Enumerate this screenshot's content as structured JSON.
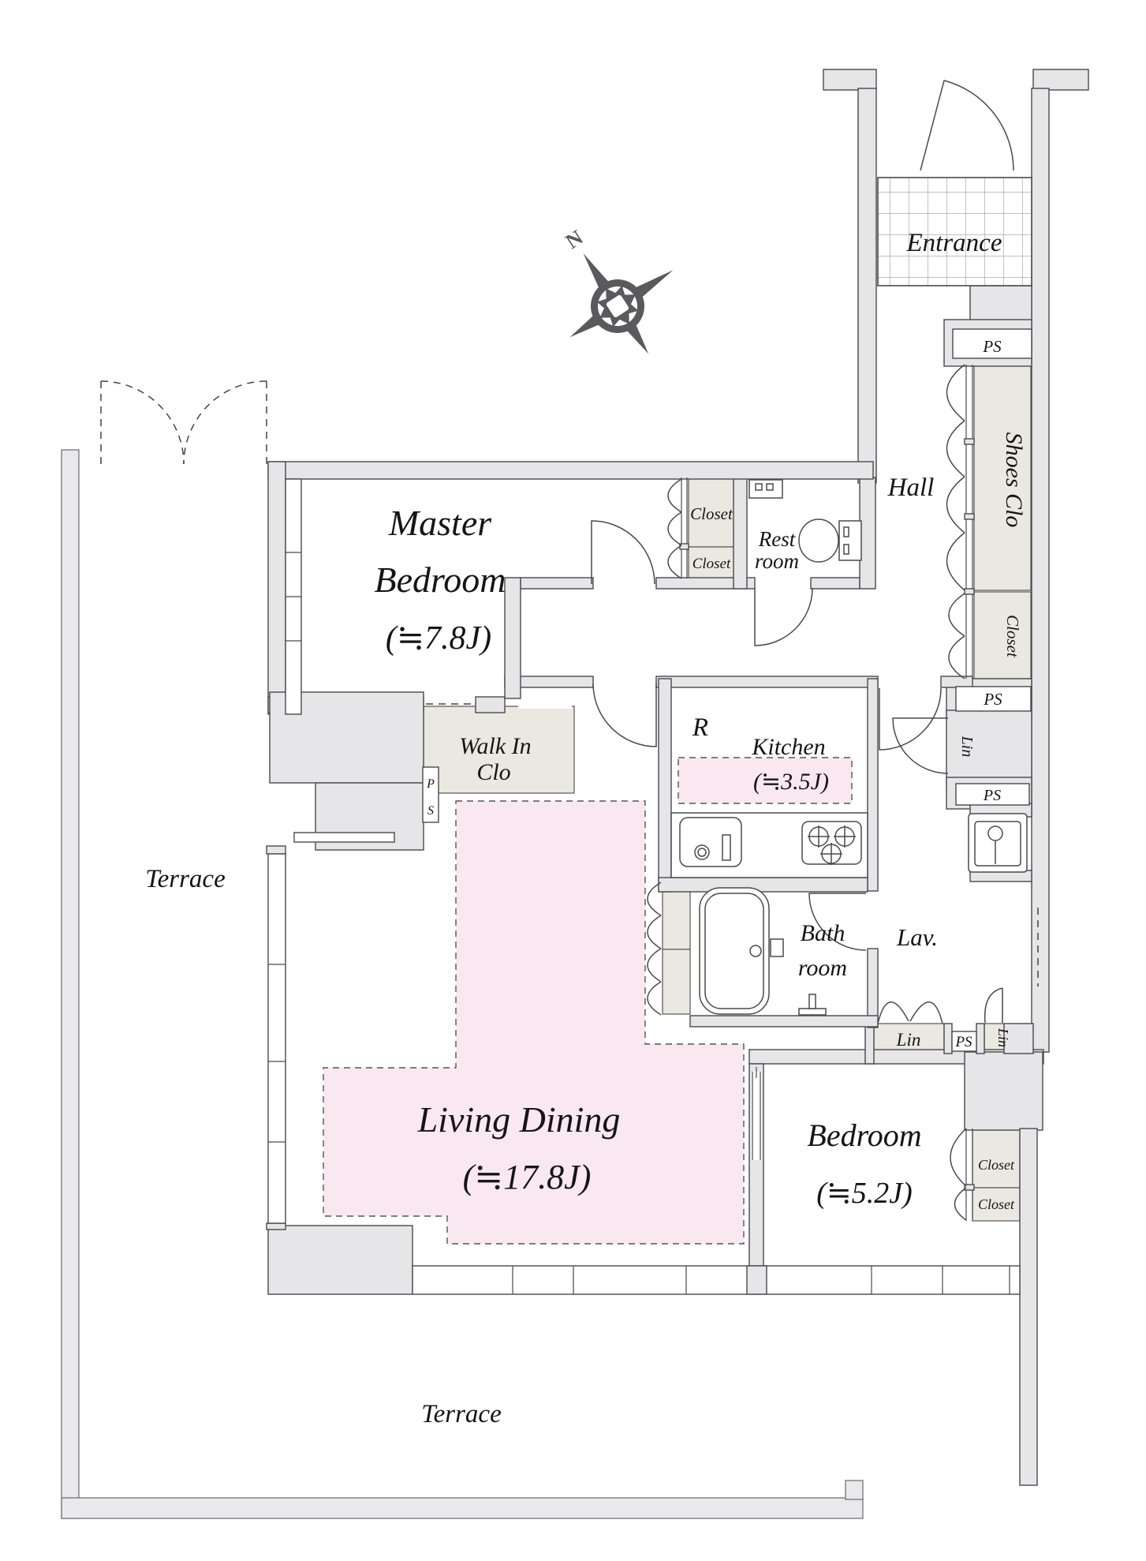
{
  "colors": {
    "wall_fill": "#e6e6e8",
    "closet_fill": "#eae8e0",
    "zone_pink": "#f9e8ef",
    "line": "#4a4a4a",
    "text": "#151515"
  },
  "compass": {
    "north": "N"
  },
  "rooms": {
    "entrance": {
      "label": "Entrance"
    },
    "hall": {
      "label": "Hall"
    },
    "shoes_closet": {
      "label": "Shoes Clo"
    },
    "master_bedroom": {
      "line1": "Master",
      "line2": "Bedroom",
      "size": "(≒7.8J)"
    },
    "walk_in_closet": {
      "line1": "Walk In",
      "line2": "Clo"
    },
    "restroom": {
      "line1": "Rest",
      "line2": "room"
    },
    "kitchen": {
      "label": "Kitchen",
      "size": "(≒3.5J)",
      "refrigerator": "R"
    },
    "bathroom": {
      "line1": "Bath",
      "line2": "room"
    },
    "lavatory": {
      "label": "Lav."
    },
    "living_dining": {
      "label": "Living Dining",
      "size": "(≒17.8J)"
    },
    "bedroom": {
      "label": "Bedroom",
      "size": "(≒5.2J)"
    },
    "terrace": {
      "label": "Terrace"
    }
  },
  "small_labels": {
    "ps": "PS",
    "ps_vertical": {
      "p": "P",
      "s": "S"
    },
    "closet": "Closet",
    "linen": "Lin"
  }
}
